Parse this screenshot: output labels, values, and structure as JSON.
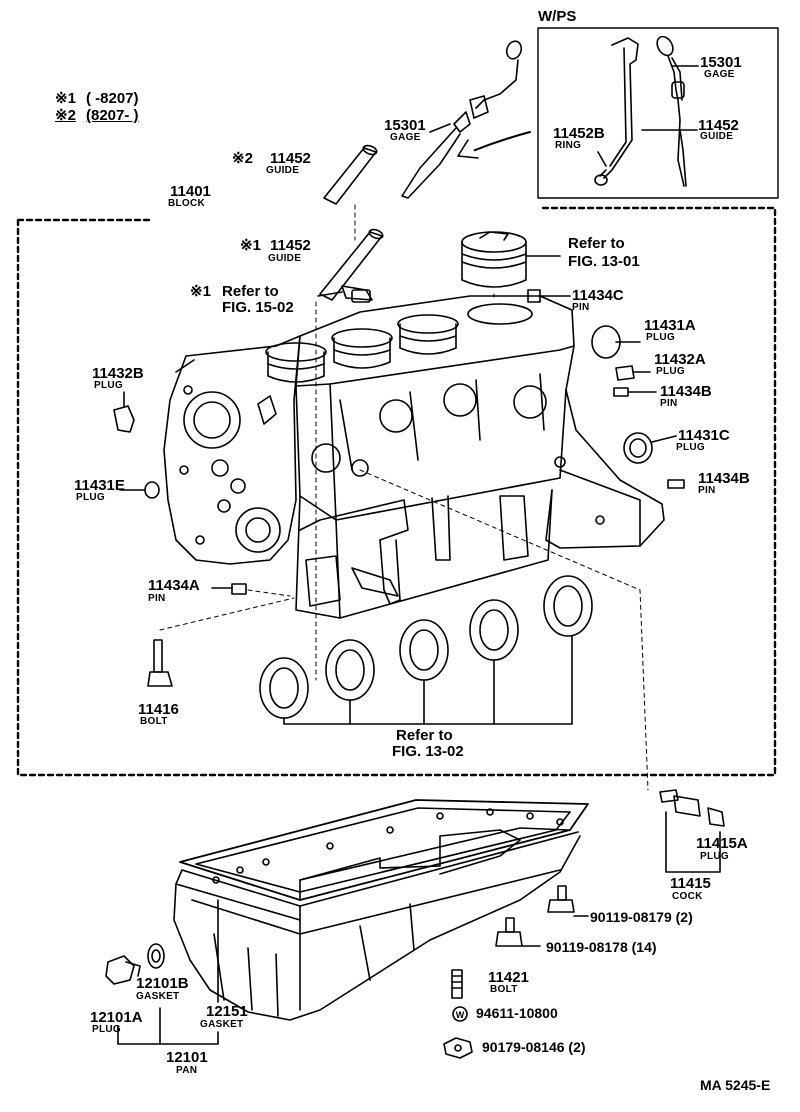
{
  "notes": {
    "n1_mark": "※1",
    "n1_range": "(      -8207)",
    "n2_mark": "※2",
    "n2_range": "(8207-        )"
  },
  "wps_title": "W/PS",
  "parts": {
    "p15301_top": {
      "num": "15301",
      "name": "GAGE"
    },
    "p11452_top": {
      "num": "11452",
      "name": "GUIDE"
    },
    "p11452B": {
      "num": "11452B",
      "name": "RING"
    },
    "p15301": {
      "num": "15301",
      "name": "GAGE"
    },
    "p11452_s2": {
      "mark": "※2",
      "num": "11452",
      "name": "GUIDE"
    },
    "p11401": {
      "num": "11401",
      "name": "BLOCK"
    },
    "p11452_s1": {
      "mark": "※1",
      "num": "11452",
      "name": "GUIDE"
    },
    "ref_15_02": {
      "mark": "※1",
      "line1": "Refer to",
      "line2": "FIG. 15-02"
    },
    "ref_13_01": {
      "line1": "Refer to",
      "line2": "FIG. 13-01"
    },
    "p11434C": {
      "num": "11434C",
      "name": "PIN"
    },
    "p11431A": {
      "num": "11431A",
      "name": "PLUG"
    },
    "p11432A": {
      "num": "11432A",
      "name": "PLUG"
    },
    "p11434B_1": {
      "num": "11434B",
      "name": "PIN"
    },
    "p11431C": {
      "num": "11431C",
      "name": "PLUG"
    },
    "p11434B_2": {
      "num": "11434B",
      "name": "PIN"
    },
    "p11432B": {
      "num": "11432B",
      "name": "PLUG"
    },
    "p11431E": {
      "num": "11431E",
      "name": "PLUG"
    },
    "p11434A": {
      "num": "11434A",
      "name": "PIN"
    },
    "p11416": {
      "num": "11416",
      "name": "BOLT"
    },
    "ref_13_02": {
      "line1": "Refer to",
      "line2": "FIG. 13-02"
    },
    "p11415A": {
      "num": "11415A",
      "name": "PLUG"
    },
    "p11415": {
      "num": "11415",
      "name": "COCK"
    },
    "p90119_08179": {
      "num": "90119-08179 (2)"
    },
    "p90119_08178": {
      "num": "90119-08178 (14)"
    },
    "p11421": {
      "num": "11421",
      "name": "BOLT"
    },
    "p94611": {
      "num": "94611-10800",
      "mark": "W"
    },
    "p90179": {
      "num": "90179-08146 (2)"
    },
    "p12101B": {
      "num": "12101B",
      "name": "GASKET"
    },
    "p12151": {
      "num": "12151",
      "name": "GASKET"
    },
    "p12101A": {
      "num": "12101A",
      "name": "PLUG"
    },
    "p12101": {
      "num": "12101",
      "name": "PAN"
    }
  },
  "footer_code": "MA 5245-E"
}
